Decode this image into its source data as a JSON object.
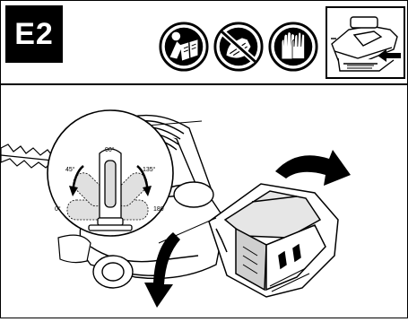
{
  "header": {
    "step_label": "E2",
    "icons": [
      {
        "name": "read-manual-icon"
      },
      {
        "name": "no-touch-hand-icon"
      },
      {
        "name": "wear-gloves-icon"
      }
    ],
    "device_thumbnail": "battery-insertion-detail"
  },
  "illustration": {
    "description_icon": "hedge-trimmer-rotating-handle",
    "angles": {
      "a0": "0°",
      "a45": "45°",
      "a90": "90°",
      "a135": "135°",
      "a180": "180"
    }
  }
}
